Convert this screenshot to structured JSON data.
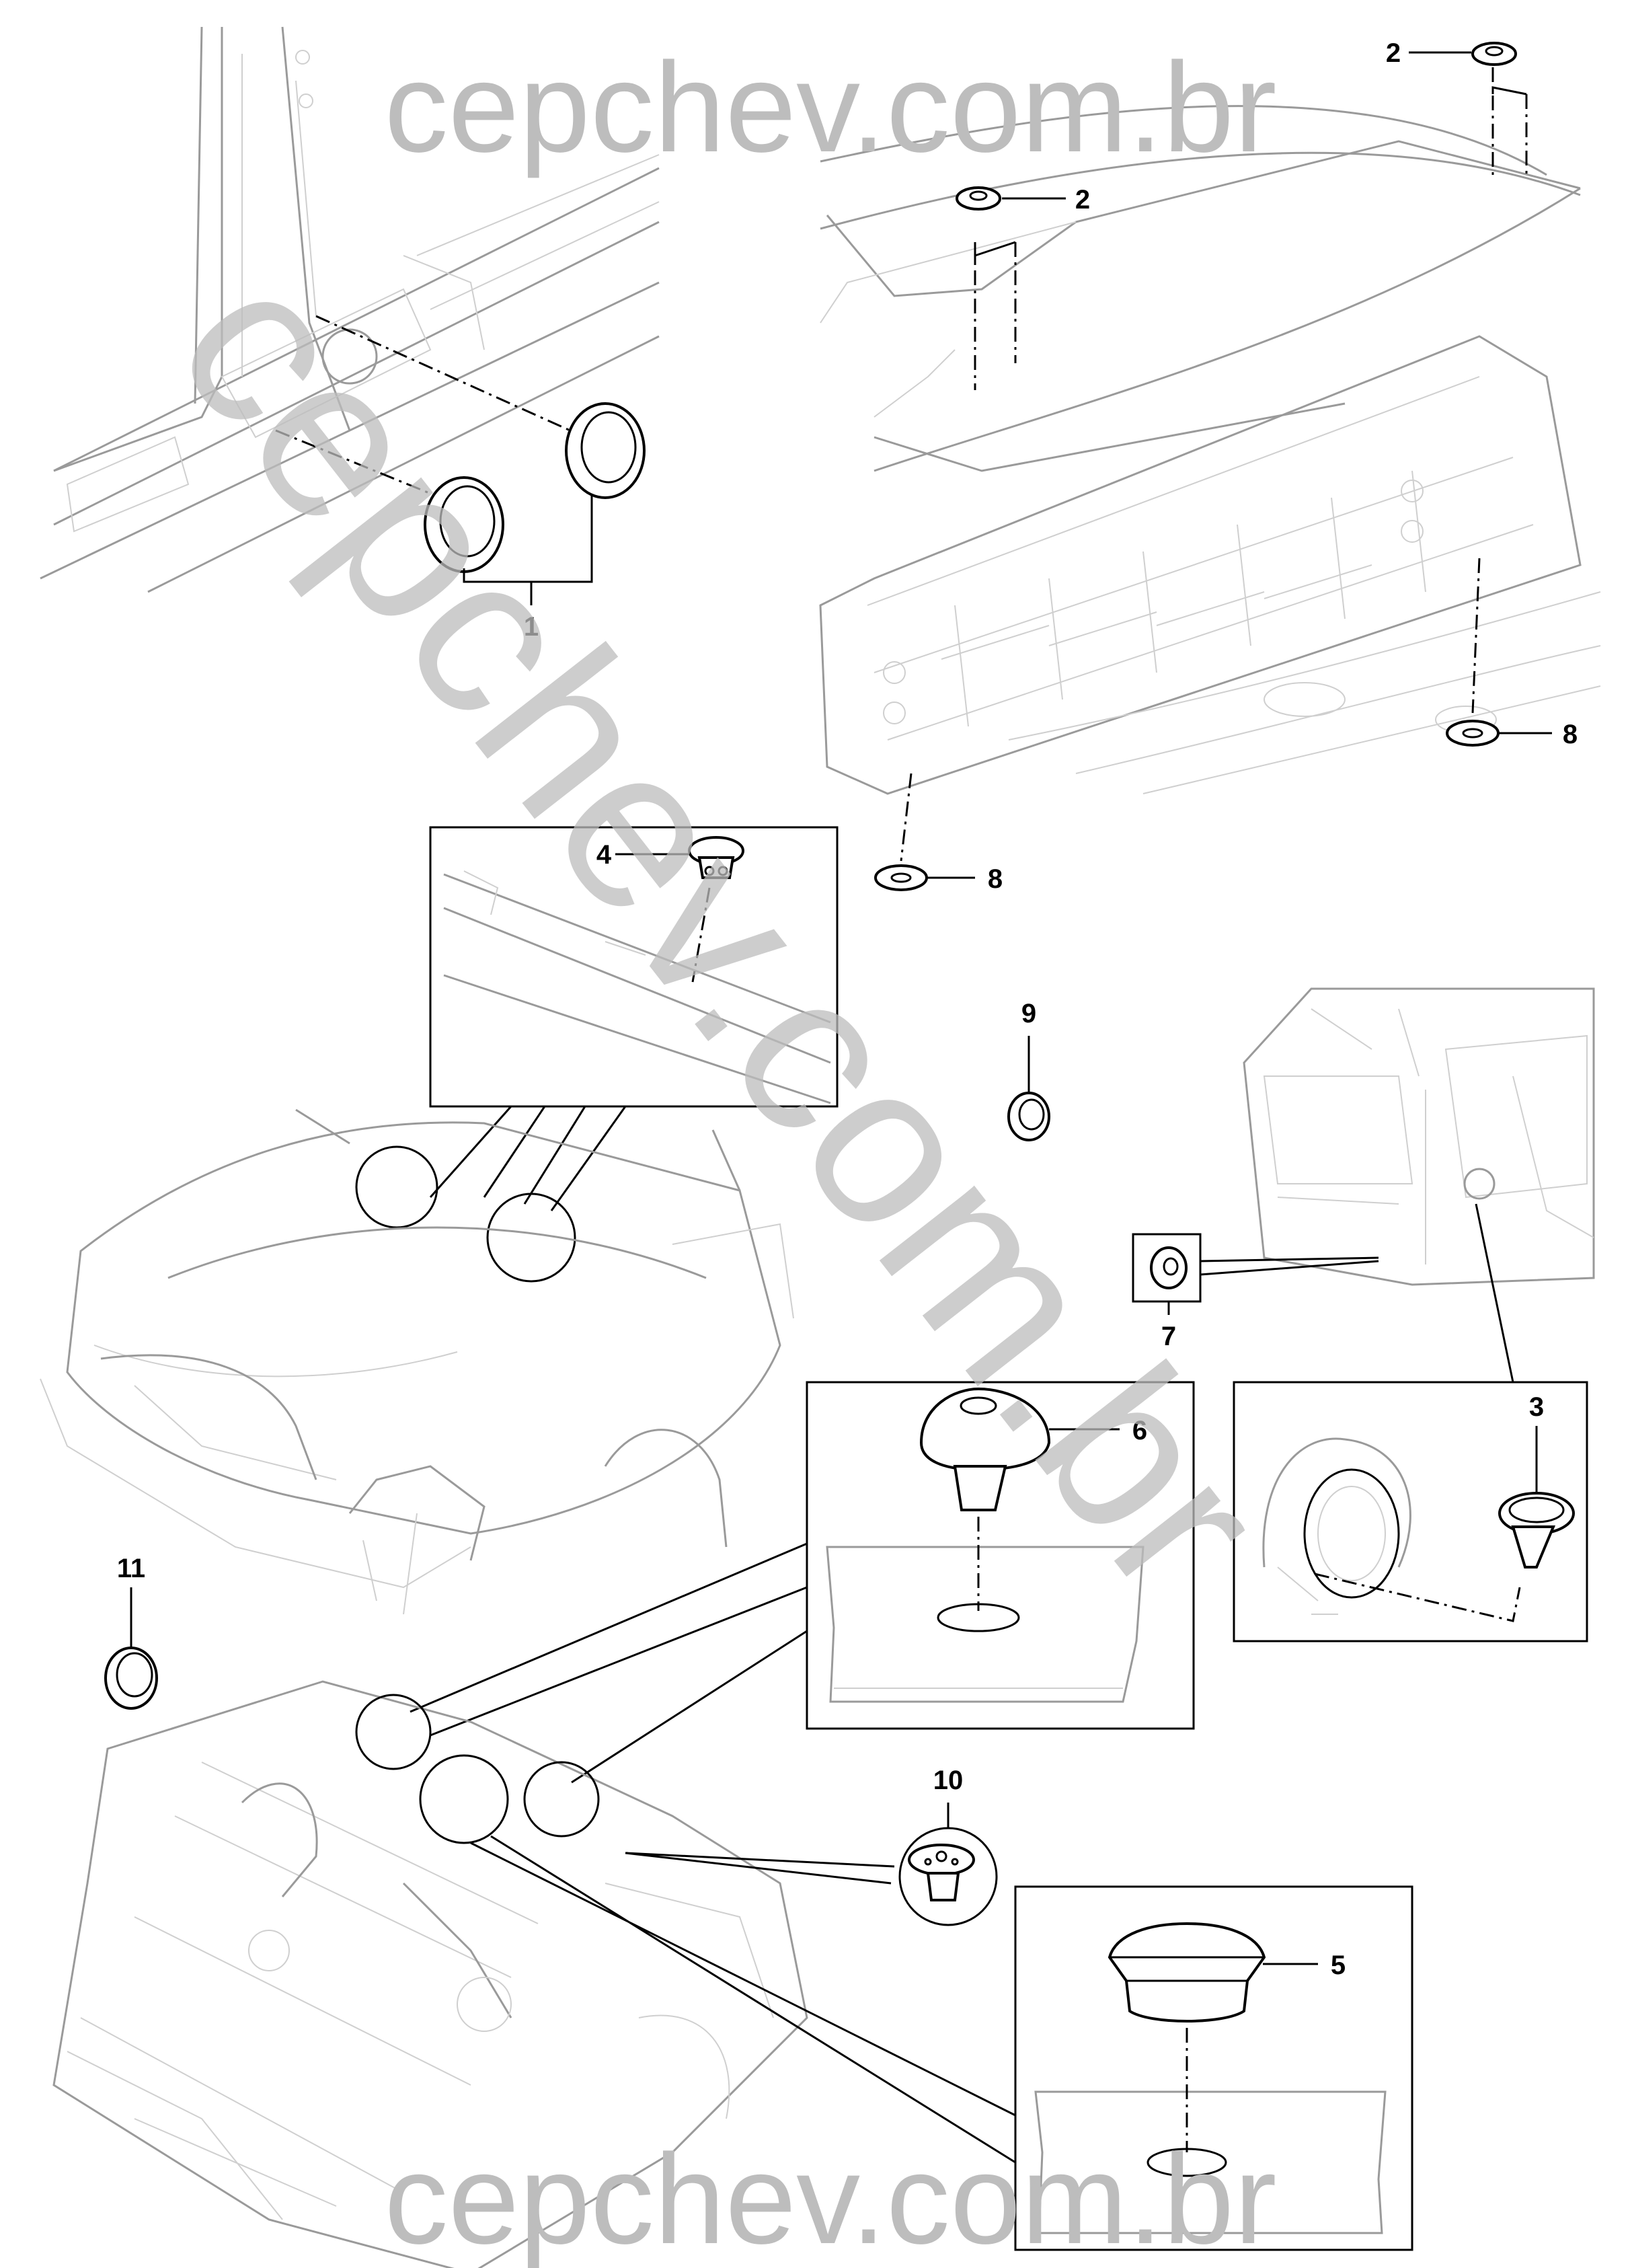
{
  "watermark": {
    "top": "cepchev.com.br",
    "bottom": "cepchev.com.br",
    "diagonal": "cepchev.com.br"
  },
  "callouts": [
    {
      "id": "c1",
      "label": "1"
    },
    {
      "id": "c2a",
      "label": "2"
    },
    {
      "id": "c2b",
      "label": "2"
    },
    {
      "id": "c3",
      "label": "3"
    },
    {
      "id": "c4",
      "label": "4"
    },
    {
      "id": "c5",
      "label": "5"
    },
    {
      "id": "c6",
      "label": "6"
    },
    {
      "id": "c7",
      "label": "7"
    },
    {
      "id": "c8a",
      "label": "8"
    },
    {
      "id": "c8b",
      "label": "8"
    },
    {
      "id": "c9",
      "label": "9"
    },
    {
      "id": "c10",
      "label": "10"
    },
    {
      "id": "c11",
      "label": "11"
    }
  ],
  "colors": {
    "line": "#000000",
    "body_lines": "#9a9a9a",
    "watermark": "#bdbdbd",
    "background": "#ffffff"
  }
}
